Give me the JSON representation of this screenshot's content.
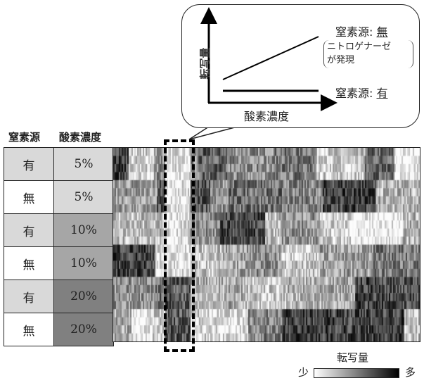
{
  "table": {
    "headers": {
      "nitrogen": "窒素源",
      "oxygen": "酸素濃度"
    },
    "rows": [
      {
        "nitrogen": "有",
        "oxygen": "5%"
      },
      {
        "nitrogen": "無",
        "oxygen": "5%"
      },
      {
        "nitrogen": "有",
        "oxygen": "10%"
      },
      {
        "nitrogen": "無",
        "oxygen": "10%"
      },
      {
        "nitrogen": "有",
        "oxygen": "20%"
      },
      {
        "nitrogen": "無",
        "oxygen": "20%"
      }
    ]
  },
  "callout": {
    "y_axis_label": "転写量",
    "x_axis_label": "酸素濃度",
    "line_without": {
      "prefix": "窒素源: ",
      "value": "無"
    },
    "note_line1": "ニトロゲナーゼ",
    "note_line2": "が発現",
    "line_with": {
      "prefix": "窒素源: ",
      "value": "有"
    }
  },
  "legend": {
    "title": "転写量",
    "low": "少",
    "high": "多"
  },
  "colors": {
    "n_yes": "#d9d9d9",
    "n_no": "#ffffff",
    "o5": "#d9d9d9",
    "o10": "#a6a6a6",
    "o20": "#808080"
  }
}
